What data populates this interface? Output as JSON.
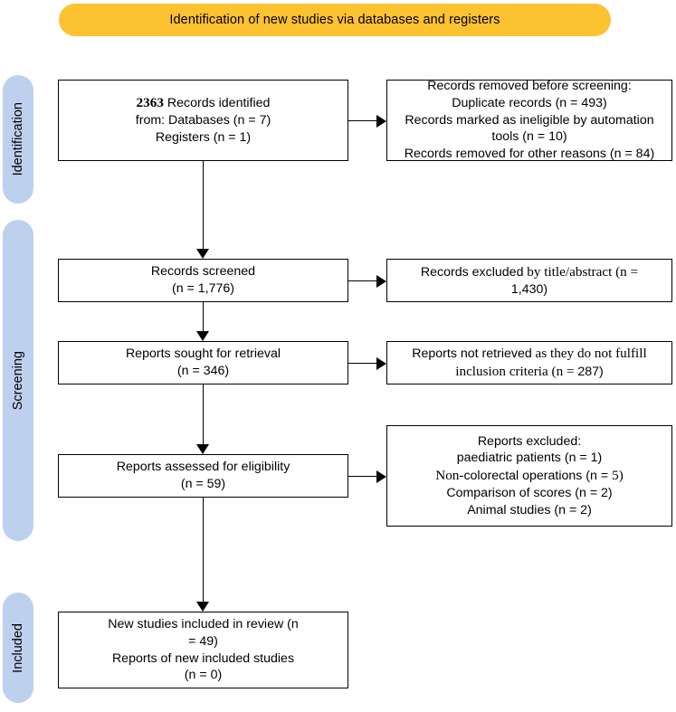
{
  "header": {
    "title": "Identification of new studies via databases and registers",
    "color": "#fcc230"
  },
  "stages": {
    "color": "#bdd1ef",
    "identification": "Identification",
    "screening": "Screening",
    "included": "Included"
  },
  "boxes": {
    "identified": {
      "count": "2363",
      "line1_rest": " Records identified",
      "line2": "from: Databases (n = 7)",
      "line3": "Registers (n = 1)"
    },
    "removed": {
      "line1": "Records removed before screening:",
      "line2": "Duplicate records (n = 493)",
      "line3": "Records marked as ineligible by automation",
      "line4": "tools (n = 10)",
      "line5": "Records removed for other reasons (n = 84)"
    },
    "screened": {
      "line1": "Records screened",
      "line2": "(n = 1,776)"
    },
    "excluded_title": {
      "lead": "Records excluded",
      "rest": " by title/abstract (n =",
      "line2": "1,430)"
    },
    "sought": {
      "line1": "Reports sought for retrieval",
      "line2": "(n = 346)"
    },
    "not_retrieved": {
      "lead": "Reports not retrieved",
      "rest": " as they do not fulfill",
      "line2_serif": "inclusion criteria (n = ",
      "line2_sans": "287)"
    },
    "assessed": {
      "line1": "Reports assessed for eligibility",
      "line2": "(n = 59)"
    },
    "excluded_reports": {
      "line1": "Reports excluded:",
      "line2": "paediatric patients (n = 1)",
      "line3_serif_prefix": "Non-",
      "line3_sans": "colorectal operations (n = ",
      "line3_serif_num": "5)",
      "line4": "Comparison of scores (n = 2)",
      "line5": "Animal studies (n = 2)"
    },
    "included": {
      "line1": "New studies included in review (n",
      "line2": "= 49)",
      "line3": "Reports of new included studies",
      "line4": "(n = 0)"
    }
  }
}
